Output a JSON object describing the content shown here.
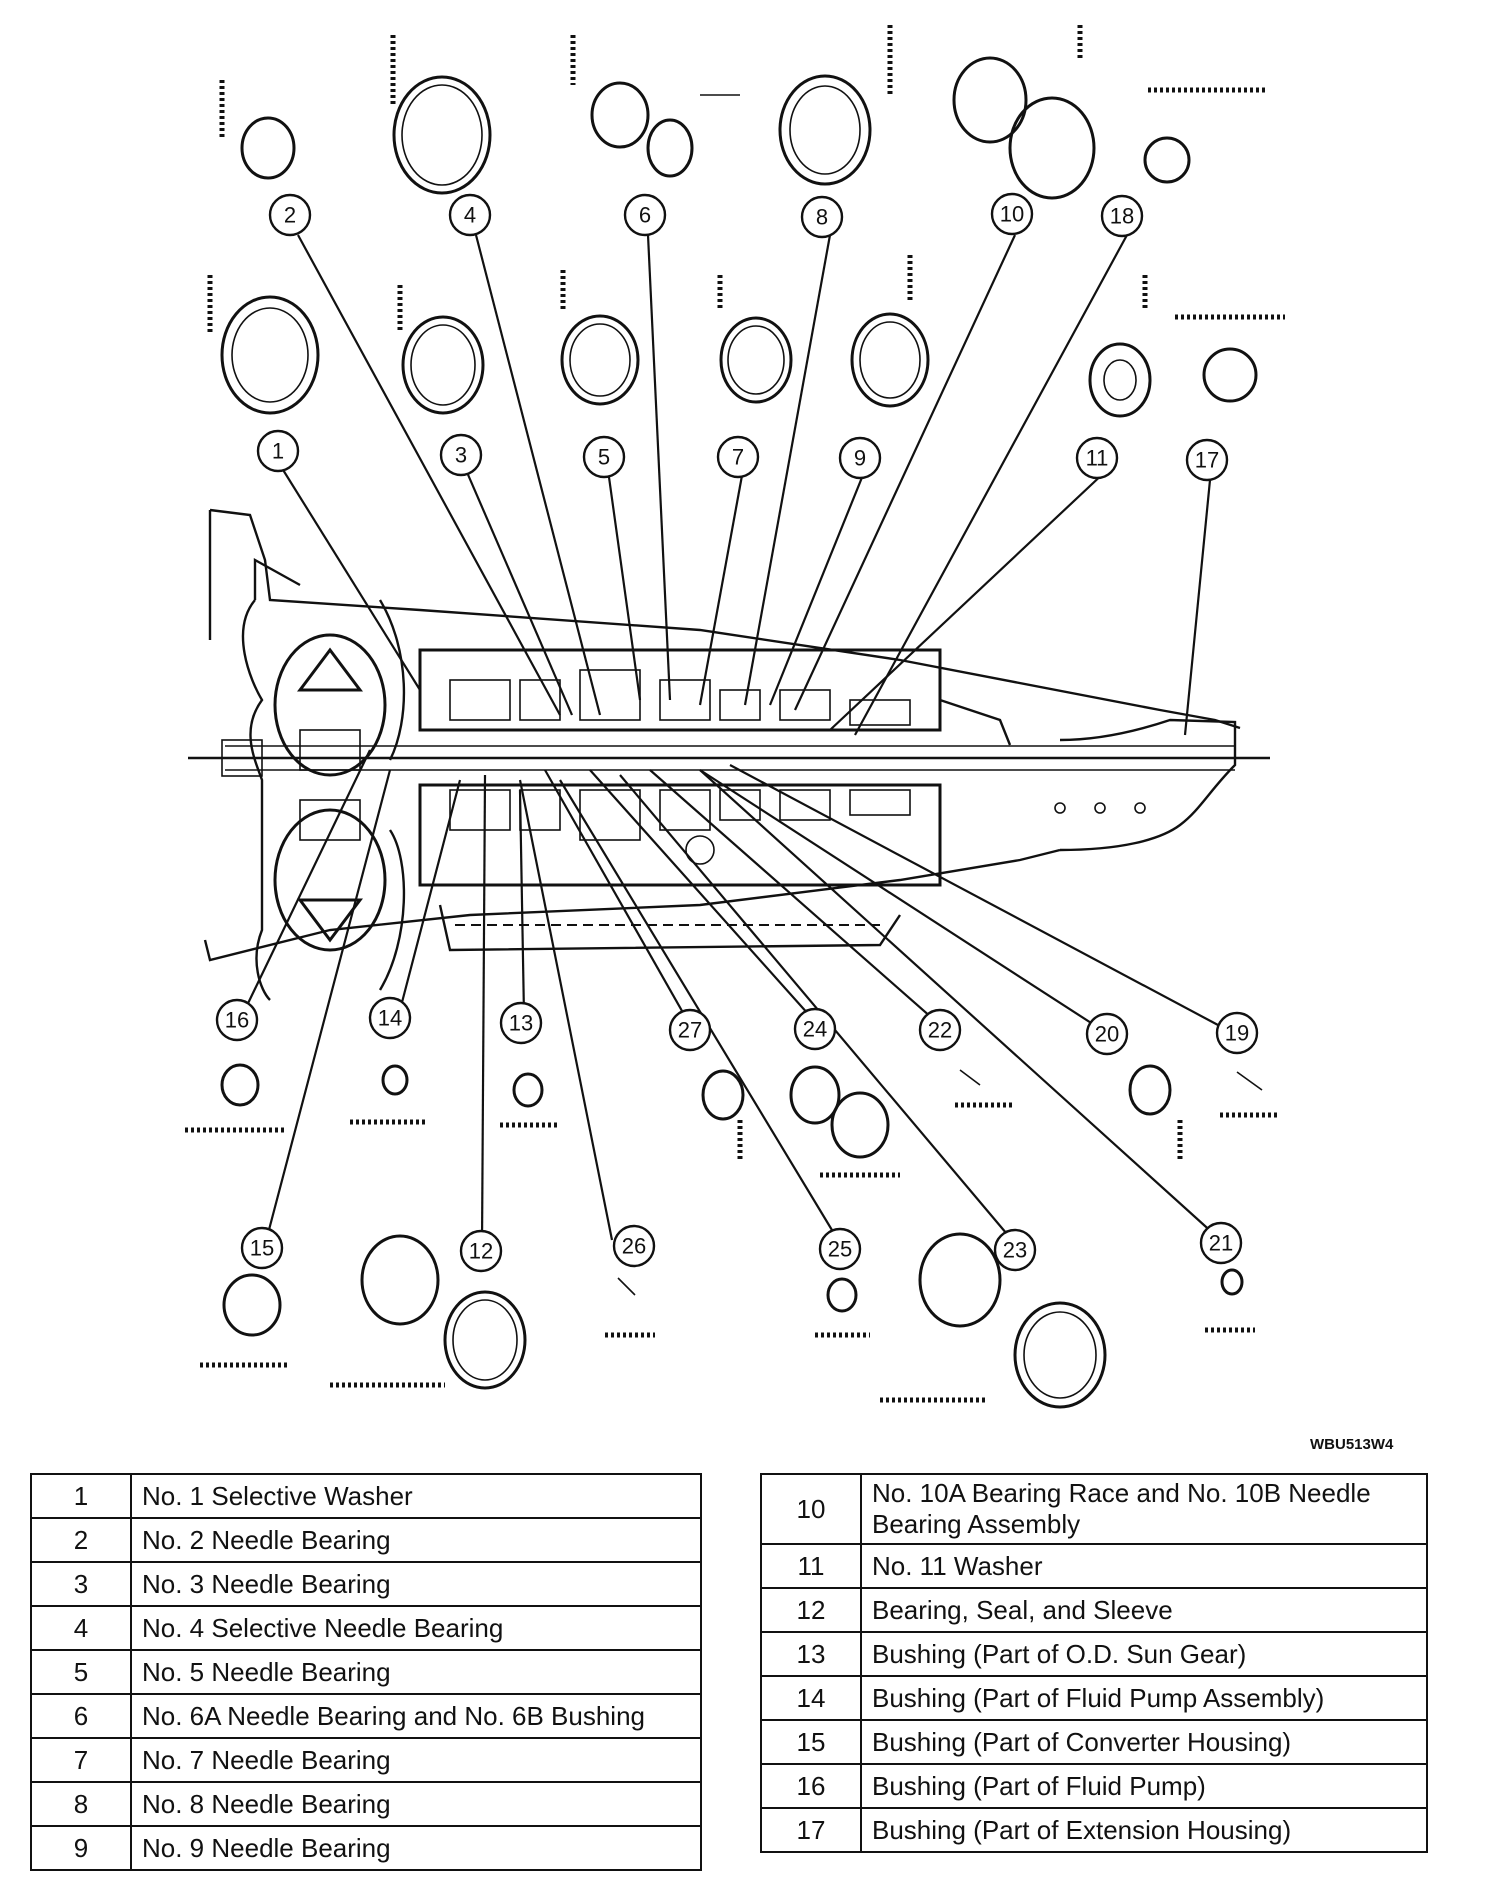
{
  "figure_code": "WBU513W4",
  "callout_numbers": [
    "1",
    "2",
    "3",
    "4",
    "5",
    "6",
    "7",
    "8",
    "9",
    "10",
    "11",
    "12",
    "13",
    "14",
    "15",
    "16",
    "17",
    "18",
    "19",
    "20",
    "21",
    "22",
    "23",
    "24",
    "25",
    "26",
    "27"
  ],
  "legend": {
    "left": [
      {
        "num": "1",
        "desc": "No. 1 Selective Washer"
      },
      {
        "num": "2",
        "desc": "No. 2 Needle Bearing"
      },
      {
        "num": "3",
        "desc": "No. 3 Needle Bearing"
      },
      {
        "num": "4",
        "desc": "No. 4 Selective Needle Bearing"
      },
      {
        "num": "5",
        "desc": "No. 5 Needle Bearing"
      },
      {
        "num": "6",
        "desc": "No. 6A Needle Bearing and No. 6B Bushing"
      },
      {
        "num": "7",
        "desc": "No. 7 Needle Bearing"
      },
      {
        "num": "8",
        "desc": "No. 8 Needle Bearing"
      },
      {
        "num": "9",
        "desc": "No. 9 Needle Bearing"
      }
    ],
    "right": [
      {
        "num": "10",
        "desc": "No. 10A Bearing Race and No. 10B Needle Bearing Assembly"
      },
      {
        "num": "11",
        "desc": "No. 11 Washer"
      },
      {
        "num": "12",
        "desc": "Bearing, Seal, and Sleeve"
      },
      {
        "num": "13",
        "desc": "Bushing (Part of O.D. Sun Gear)"
      },
      {
        "num": "14",
        "desc": "Bushing (Part of Fluid Pump Assembly)"
      },
      {
        "num": "15",
        "desc": "Bushing (Part of Converter Housing)"
      },
      {
        "num": "16",
        "desc": "Bushing (Part of Fluid Pump)"
      },
      {
        "num": "17",
        "desc": "Bushing (Part of Extension Housing)"
      }
    ]
  }
}
